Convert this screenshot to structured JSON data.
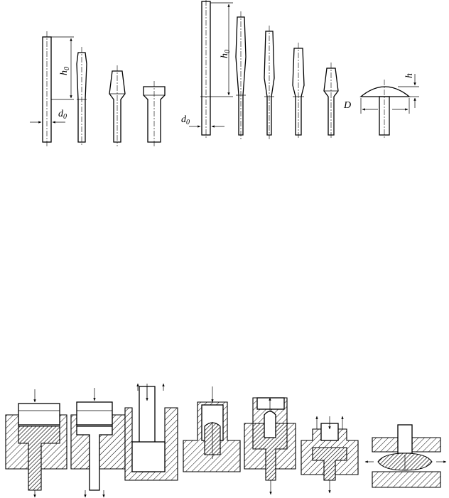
{
  "labels": {
    "h0_left": "h",
    "h0_left_sub": "0",
    "d0_left": "d",
    "d0_left_sub": "0",
    "h0_right": "h",
    "h0_right_sub": "0",
    "d0_right": "d",
    "d0_right_sub": "0",
    "D": "D",
    "h": "h"
  }
}
